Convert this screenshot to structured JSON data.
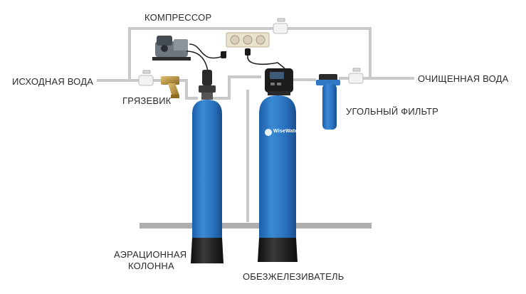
{
  "labels": {
    "compressor": "КОМПРЕССОР",
    "source_water": "ИСХОДНАЯ ВОДА",
    "strainer": "ГРЯЗЕВИК",
    "purified_water": "ОЧИЩЕННАЯ ВОДА",
    "carbon_filter": "УГОЛЬНЫЙ ФИЛЬТР",
    "aeration_column_line1": "АЭРАЦИОННАЯ",
    "aeration_column_line2": "КОЛОННА",
    "iron_remover": "ОБЕЗЖЕЛЕЗИВАТЕЛЬ",
    "brand": "WiseWater"
  },
  "icons": {
    "compressor": "air-compressor-icon",
    "outlet": "power-outlet-icon",
    "plug": "power-plug-icon",
    "valve": "ball-valve-icon",
    "strainer": "y-strainer-icon",
    "control_head": "control-valve-head-icon"
  },
  "colors": {
    "pipe": "#c9c9c9",
    "tank_blue": "#2f78c4",
    "tank_blue_dark": "#1f5c9e",
    "tank_base": "#1e1e1e",
    "brass": "#b8933a",
    "label_text": "#2b2b2b"
  }
}
